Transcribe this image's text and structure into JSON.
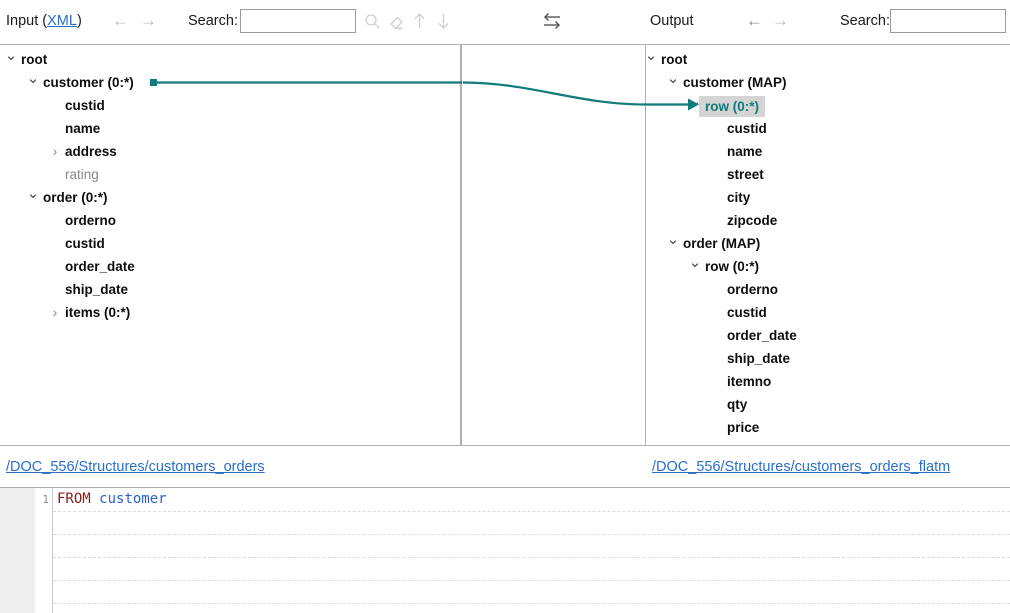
{
  "toolbar": {
    "input_label": "Input (",
    "input_format": "XML",
    "input_label_close": ")",
    "output_label": "Output",
    "search_label_left": "Search:",
    "search_label_right": "Search:",
    "search_value_left": "",
    "search_value_right": "",
    "search_placeholder": "",
    "back_arrow": "←",
    "forward_arrow": "→",
    "icons": {
      "find": "search-icon",
      "clear": "eraser-icon",
      "prev": "arrow-up-icon",
      "next": "arrow-down-icon",
      "swap": "swap-arrows-icon"
    }
  },
  "input_tree": {
    "nodes": [
      {
        "label": "root",
        "indent": 0,
        "chevron": "down",
        "style": "bold"
      },
      {
        "label": "customer (0:*)",
        "indent": 1,
        "chevron": "down",
        "style": "bold"
      },
      {
        "label": "custid",
        "indent": 2,
        "chevron": "none",
        "style": "bold"
      },
      {
        "label": "name",
        "indent": 2,
        "chevron": "none",
        "style": "bold"
      },
      {
        "label": "address",
        "indent": 2,
        "chevron": "right",
        "style": "bold"
      },
      {
        "label": "rating",
        "indent": 2,
        "chevron": "none",
        "style": "dim"
      },
      {
        "label": "order (0:*)",
        "indent": 1,
        "chevron": "down",
        "style": "bold"
      },
      {
        "label": "orderno",
        "indent": 2,
        "chevron": "none",
        "style": "bold"
      },
      {
        "label": "custid",
        "indent": 2,
        "chevron": "none",
        "style": "bold"
      },
      {
        "label": "order_date",
        "indent": 2,
        "chevron": "none",
        "style": "bold"
      },
      {
        "label": "ship_date",
        "indent": 2,
        "chevron": "none",
        "style": "bold"
      },
      {
        "label": "items (0:*)",
        "indent": 2,
        "chevron": "right",
        "style": "bold"
      }
    ]
  },
  "output_tree": {
    "nodes": [
      {
        "label": "root",
        "indent": 0,
        "chevron": "down",
        "style": "bold"
      },
      {
        "label": "customer (MAP)",
        "indent": 1,
        "chevron": "down",
        "style": "bold"
      },
      {
        "label": "row (0:*)",
        "indent": 2,
        "chevron": "down",
        "style": "selected"
      },
      {
        "label": "custid",
        "indent": 3,
        "chevron": "none",
        "style": "bold"
      },
      {
        "label": "name",
        "indent": 3,
        "chevron": "none",
        "style": "bold"
      },
      {
        "label": "street",
        "indent": 3,
        "chevron": "none",
        "style": "bold"
      },
      {
        "label": "city",
        "indent": 3,
        "chevron": "none",
        "style": "bold"
      },
      {
        "label": "zipcode",
        "indent": 3,
        "chevron": "none",
        "style": "bold"
      },
      {
        "label": "order (MAP)",
        "indent": 1,
        "chevron": "down",
        "style": "bold"
      },
      {
        "label": "row (0:*)",
        "indent": 2,
        "chevron": "down",
        "style": "bold"
      },
      {
        "label": "orderno",
        "indent": 3,
        "chevron": "none",
        "style": "bold"
      },
      {
        "label": "custid",
        "indent": 3,
        "chevron": "none",
        "style": "bold"
      },
      {
        "label": "order_date",
        "indent": 3,
        "chevron": "none",
        "style": "bold"
      },
      {
        "label": "ship_date",
        "indent": 3,
        "chevron": "none",
        "style": "bold"
      },
      {
        "label": "itemno",
        "indent": 3,
        "chevron": "none",
        "style": "bold"
      },
      {
        "label": "qty",
        "indent": 3,
        "chevron": "none",
        "style": "bold"
      },
      {
        "label": "price",
        "indent": 3,
        "chevron": "none",
        "style": "bold"
      }
    ]
  },
  "mapping": {
    "connector_color": "#0f7b7b",
    "source_node": "customer (0:*)",
    "target_node": "row (0:*)"
  },
  "paths": {
    "input_path": "/DOC_556/Structures/customers_orders",
    "output_path": "/DOC_556/Structures/customers_orders_flatm"
  },
  "editor": {
    "lines": [
      {
        "number": "1",
        "keyword": "FROM",
        "space": " ",
        "identifier": "customer"
      }
    ]
  },
  "colors": {
    "link": "#2a6fc9",
    "accent": "#0f7b7b",
    "selection_bg": "#d4d4d4",
    "panel_border": "#b0b0b0",
    "gutter_bg": "#efefef",
    "keyword": "#8b1a1a",
    "identifier": "#2a5fd6"
  }
}
